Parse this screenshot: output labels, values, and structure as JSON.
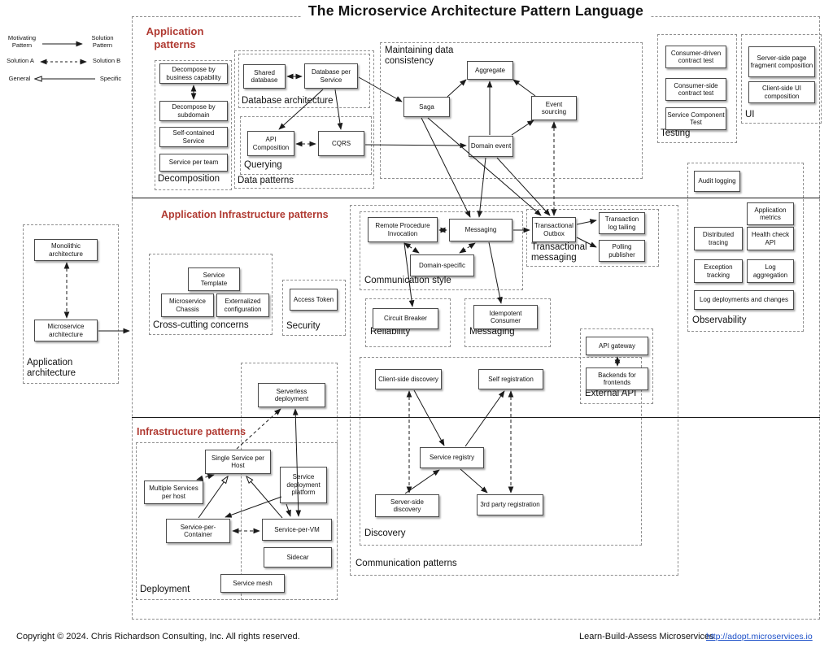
{
  "title": "The Microservice Architecture Pattern Language",
  "colors": {
    "accent_red": "#b03a32",
    "link_blue": "#1d50c8",
    "line": "#1a1a1a"
  },
  "legend": {
    "motivating": "Motivating\nPattern",
    "solution": "Solution\nPattern",
    "solution_a": "Solution A",
    "solution_b": "Solution B",
    "general": "General",
    "specific": "Specific"
  },
  "headings": {
    "application_patterns": "Application\npatterns",
    "app_infrastructure_patterns": "Application Infrastructure patterns",
    "infrastructure_patterns": "Infrastructure patterns"
  },
  "groups": {
    "decomposition": {
      "label": "Decomposition",
      "nodes": [
        "Decompose by business capability",
        "Decompose by subdomain",
        "Self-contained Service",
        "Service per team"
      ]
    },
    "data_patterns": {
      "label": "Data patterns"
    },
    "database_architecture": {
      "label": "Database architecture",
      "nodes": [
        "Shared database",
        "Database per Service"
      ]
    },
    "querying": {
      "label": "Querying",
      "nodes": [
        "API Composition",
        "CQRS"
      ]
    },
    "maintaining": {
      "label": "Maintaining data\nconsistency",
      "nodes": [
        "Aggregate",
        "Saga",
        "Event sourcing",
        "Domain event"
      ]
    },
    "testing": {
      "label": "Testing",
      "nodes": [
        "Consumer-driven contract test",
        "Consumer-side contract test",
        "Service Component Test"
      ]
    },
    "ui": {
      "label": "UI",
      "nodes": [
        "Server-side page fragment composition",
        "Client-side UI composition"
      ]
    },
    "observability": {
      "label": "Observability",
      "nodes": [
        "Audit logging",
        "Application metrics",
        "Distributed tracing",
        "Health check API",
        "Exception tracking",
        "Log aggregation",
        "Log deployments and changes"
      ]
    },
    "application_architecture": {
      "label": "Application\narchitecture",
      "nodes": [
        "Monolithic architecture",
        "Microservice architecture"
      ]
    },
    "cross_cutting": {
      "label": "Cross-cutting concerns",
      "nodes": [
        "Service Template",
        "Microservice Chassis",
        "Externalized configuration"
      ]
    },
    "security": {
      "label": "Security",
      "nodes": [
        "Access Token"
      ]
    },
    "communication_patterns": {
      "label": "Communication patterns"
    },
    "communication_style": {
      "label": "Communication style",
      "nodes": [
        "Remote Procedure Invocation",
        "Messaging",
        "Domain-specific"
      ]
    },
    "transactional_messaging": {
      "label": "Transactional\nmessaging",
      "nodes": [
        "Transactional Outbox",
        "Transaction log tailing",
        "Polling publisher"
      ]
    },
    "reliability": {
      "label": "Reliability",
      "nodes": [
        "Circuit Breaker"
      ]
    },
    "messaging": {
      "label": "Messaging",
      "nodes": [
        "Idempotent Consumer"
      ]
    },
    "external_api": {
      "label": "External API",
      "nodes": [
        "API gateway",
        "Backends for frontends"
      ]
    },
    "discovery": {
      "label": "Discovery",
      "nodes": [
        "Client-side discovery",
        "Self registration",
        "Service registry",
        "Server-side discovery",
        "3rd party registration"
      ]
    },
    "deployment": {
      "label": "Deployment",
      "nodes": [
        "Serverless deployment",
        "Single Service per Host",
        "Multiple Services per host",
        "Service deployment platform",
        "Service-per-Container",
        "Service-per-VM",
        "Sidecar",
        "Service mesh"
      ]
    }
  },
  "footer": {
    "copyright": "Copyright © 2024. Chris Richardson Consulting, Inc. All rights reserved.",
    "tagline": "Learn-Build-Assess Microservices",
    "link": "http://adopt.microservices.io"
  }
}
